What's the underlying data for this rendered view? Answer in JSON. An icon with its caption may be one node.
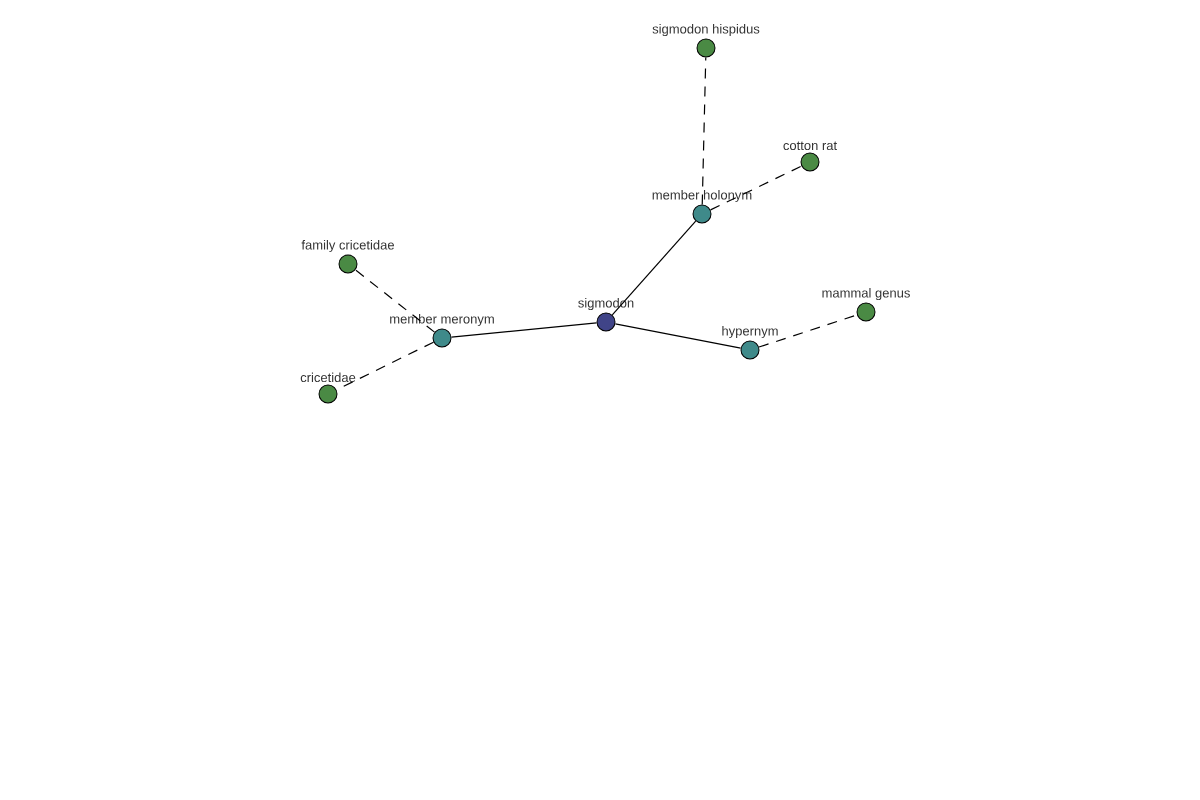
{
  "diagram": {
    "nodes": [
      {
        "text": [
          "sigmodon hispidus"
        ]
      },
      {
        "text": [
          "cotton rat"
        ]
      },
      {
        "text": [
          "member holonym"
        ]
      },
      {
        "text": [
          "family cricetidae"
        ]
      },
      {
        "text": [
          "mammal genus"
        ]
      },
      {
        "text": [
          "member meronym"
        ]
      },
      {
        "text": [
          "sigmodon"
        ]
      },
      {
        "text": [
          "hypernym"
        ]
      },
      {
        "text": [
          "cricetidae"
        ]
      }
    ],
    "edges": [
      {
        "from": 6,
        "to": 2,
        "arrow": "none"
      },
      {
        "from": 6,
        "to": 5,
        "arrow": "none"
      },
      {
        "from": 6,
        "to": 7,
        "arrow": "none"
      },
      {
        "from": 2,
        "to": 0,
        "arrow": "none",
        "style": "dashed"
      },
      {
        "from": 2,
        "to": 1,
        "arrow": "none",
        "style": "dashed"
      },
      {
        "from": 5,
        "to": 3,
        "arrow": "none",
        "style": "dashed"
      },
      {
        "from": 5,
        "to": 8,
        "arrow": "none",
        "style": "dashed"
      },
      {
        "from": 7,
        "to": 4,
        "arrow": "none",
        "style": "dashed"
      }
    ]
  }
}
